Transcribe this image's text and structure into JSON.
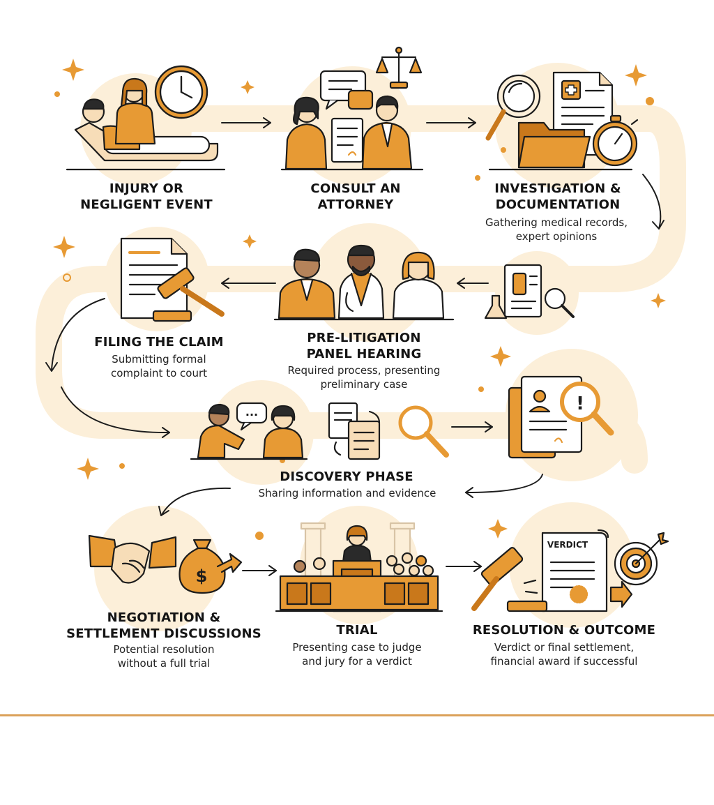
{
  "colors": {
    "accent": "#e79a34",
    "accent_dark": "#c9781b",
    "accent_light": "#f7ddb8",
    "blob": "#fcefd9",
    "ink": "#1c1c1c",
    "rule": "#dba15a"
  },
  "steps": [
    {
      "title_lines": [
        "INJURY OR",
        "NEGLIGENT EVENT"
      ],
      "desc_lines": [],
      "icon": "patient-bed-icon"
    },
    {
      "title_lines": [
        "CONSULT AN",
        "ATTORNEY"
      ],
      "desc_lines": [],
      "icon": "attorney-consultation-icon"
    },
    {
      "title_lines": [
        "INVESTIGATION &",
        "DOCUMENTATION"
      ],
      "desc_lines": [
        "Gathering medical records,",
        "expert opinions"
      ],
      "icon": "magnifier-records-icon"
    },
    {
      "title_lines": [
        "PRE-LITIGATION",
        "PANEL HEARING"
      ],
      "desc_lines": [
        "Required process, presenting",
        "preliminary case"
      ],
      "icon": "panel-experts-icon"
    },
    {
      "title_lines": [
        "FILING THE CLAIM"
      ],
      "desc_lines": [
        "Submitting formal",
        "complaint to court"
      ],
      "icon": "document-gavel-icon"
    },
    {
      "title_lines": [
        "DISCOVERY PHASE"
      ],
      "desc_lines": [
        "Sharing information and evidence"
      ],
      "icon": "discovery-icon"
    },
    {
      "title_lines": [
        "NEGOTIATION &",
        "SETTLEMENT DISCUSSIONS"
      ],
      "desc_lines": [
        "Potential resolution",
        "without a full trial"
      ],
      "icon": "handshake-money-icon"
    },
    {
      "title_lines": [
        "TRIAL"
      ],
      "desc_lines": [
        "Presenting case to judge",
        "and jury for a verdict"
      ],
      "icon": "courtroom-icon"
    },
    {
      "title_lines": [
        "RESOLUTION & OUTCOME"
      ],
      "desc_lines": [
        "Verdict or final settlement,",
        "financial award if successful"
      ],
      "icon": "verdict-target-icon"
    }
  ],
  "verdict_label": "VERDICT",
  "money_symbol": "$",
  "alert_symbol": "!",
  "speech_dots": "..."
}
